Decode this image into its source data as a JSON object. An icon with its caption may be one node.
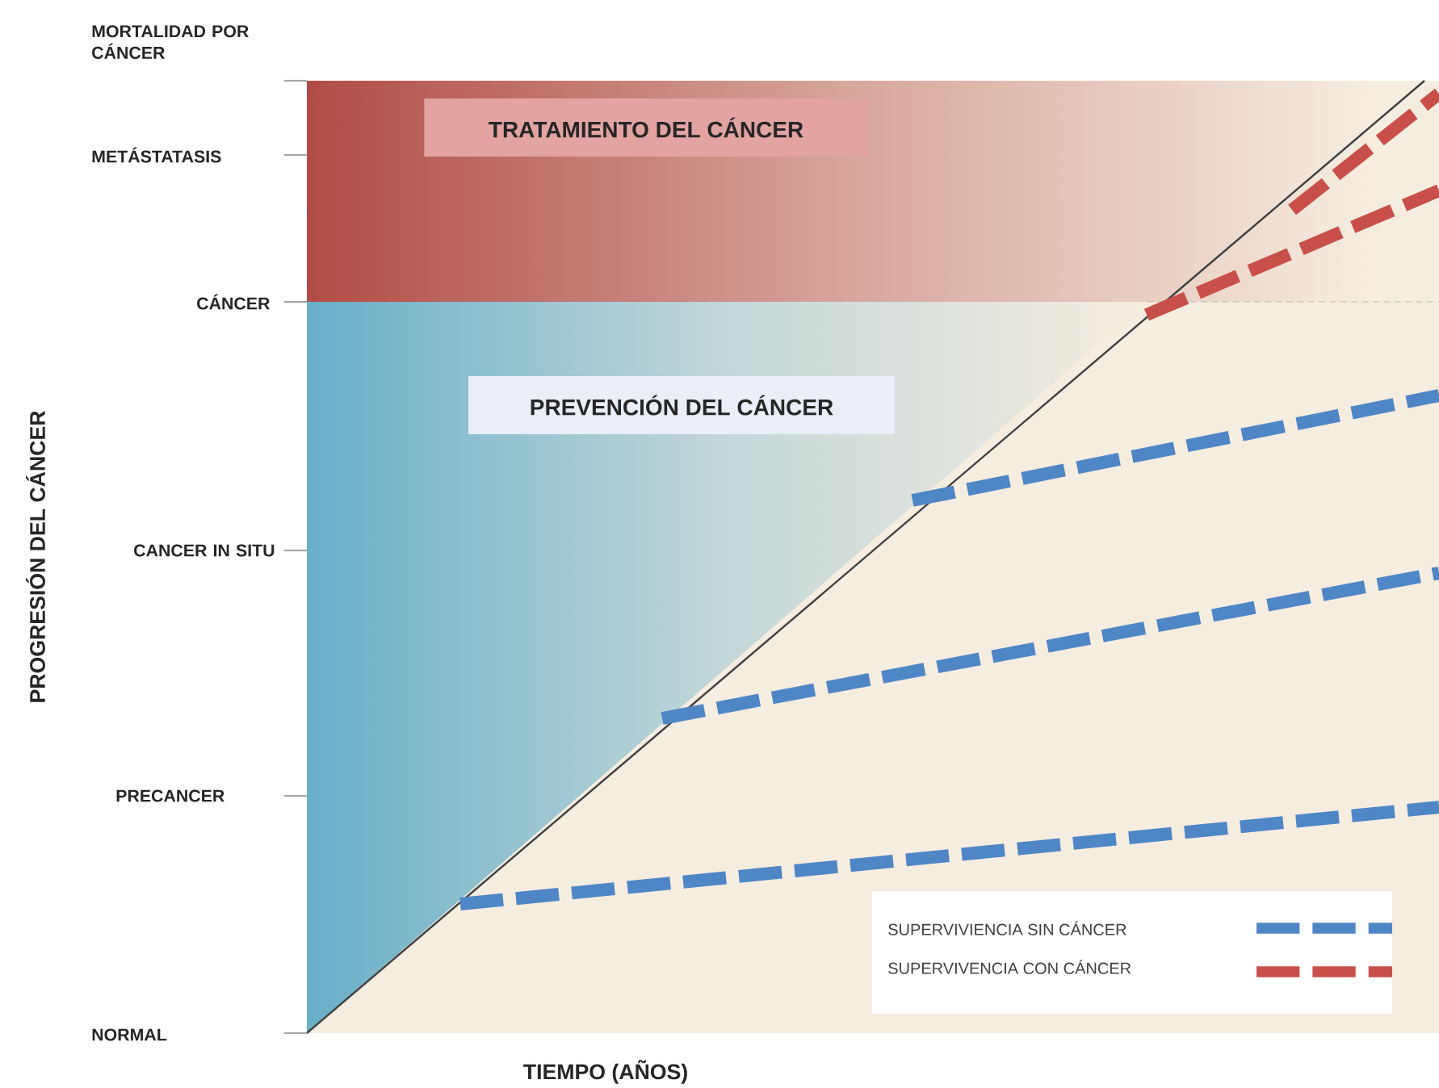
{
  "diagram": {
    "nodes": [
      {
        "text": [
          "TRATAMIENTO DEL CÁNCER"
        ]
      },
      {
        "text": [
          "PREVENCIÓN DEL CÁNCER"
        ]
      }
    ],
    "labels": [
      "MORTALIDAD POR CÁNCER",
      "METÁSTATASIS",
      "CÁNCER",
      "PROGRESIÓN DEL CÁNCER",
      "CANCER IN SITU",
      "PRECANCER",
      "NORMAL",
      "TIEMPO (AÑOS)"
    ],
    "legend": [
      {
        "text": "SUPERVIVIENCIA SIN CÁNCER"
      },
      {
        "text": "SUPERVIVENCIA CON CÁNCER"
      }
    ]
  }
}
